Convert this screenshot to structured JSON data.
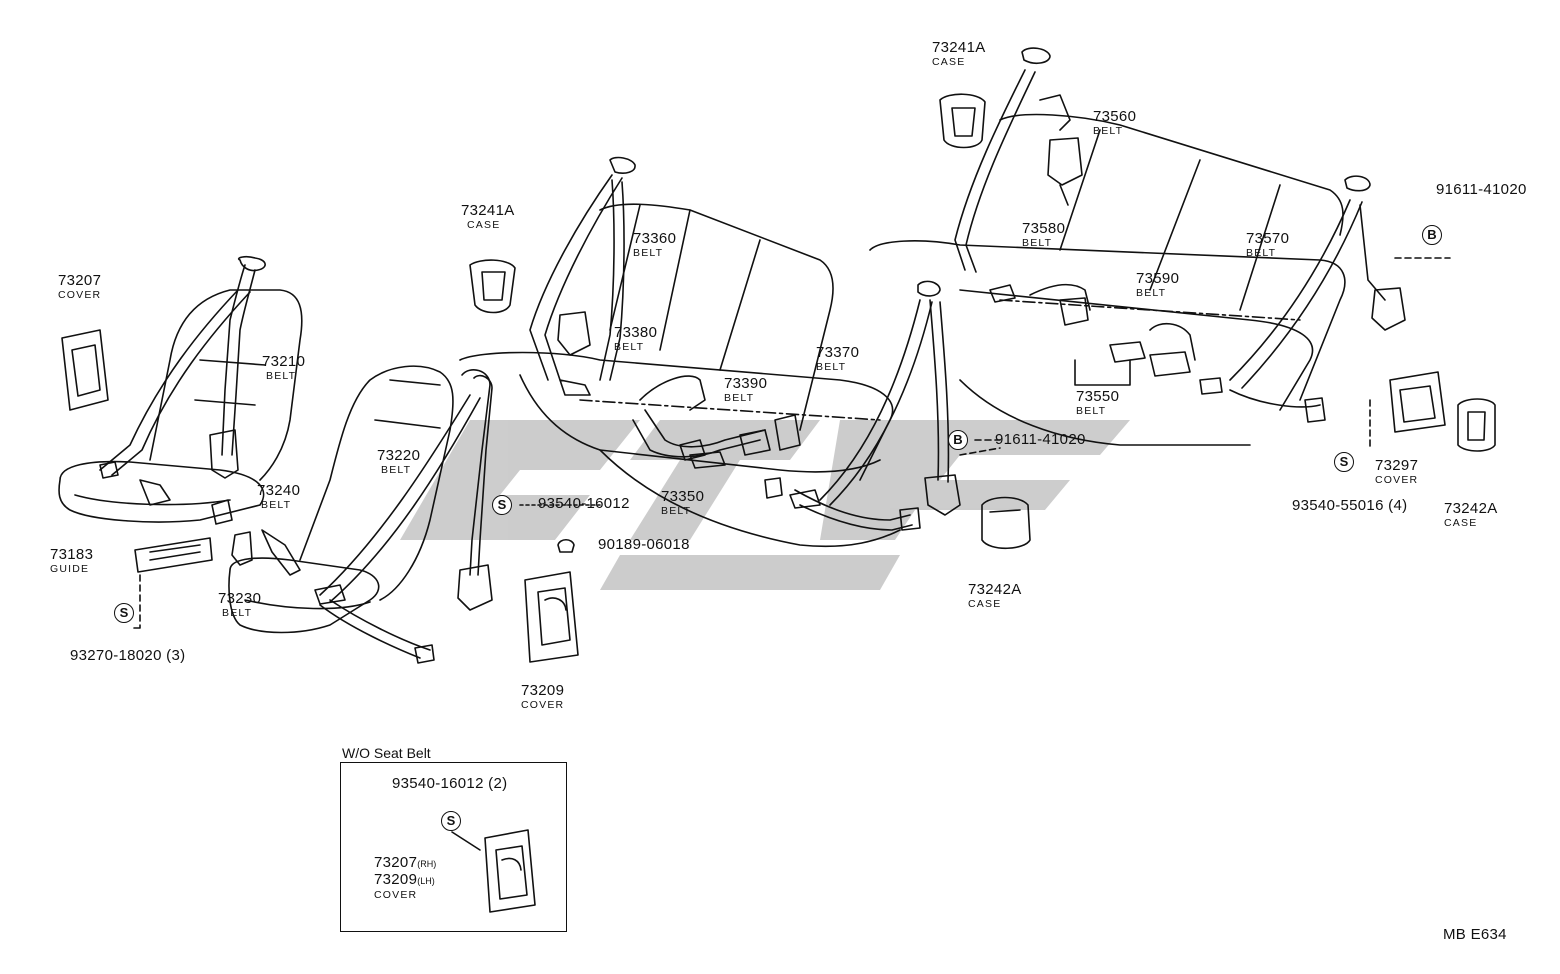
{
  "parts": [
    {
      "id": "p73207",
      "pn": "73207",
      "name": "COVER"
    },
    {
      "id": "p73210",
      "pn": "73210",
      "name": "BELT"
    },
    {
      "id": "p73183",
      "pn": "73183",
      "name": "GUIDE"
    },
    {
      "id": "p93270",
      "pn": "93270-18020 (3)",
      "name": ""
    },
    {
      "id": "p73240",
      "pn": "73240",
      "name": "BELT"
    },
    {
      "id": "p73230",
      "pn": "73230",
      "name": "BELT"
    },
    {
      "id": "p73220",
      "pn": "73220",
      "name": "BELT"
    },
    {
      "id": "p73241a_l",
      "pn": "73241A",
      "name": "CASE"
    },
    {
      "id": "p73360",
      "pn": "73360",
      "name": "BELT"
    },
    {
      "id": "p73380",
      "pn": "73380",
      "name": "BELT"
    },
    {
      "id": "p73390",
      "pn": "73390",
      "name": "BELT"
    },
    {
      "id": "p73350",
      "pn": "73350",
      "name": "BELT"
    },
    {
      "id": "p93540_16012",
      "pn": "93540-16012",
      "name": ""
    },
    {
      "id": "p90189",
      "pn": "90189-06018",
      "name": ""
    },
    {
      "id": "p73209",
      "pn": "73209",
      "name": "COVER"
    },
    {
      "id": "p73370",
      "pn": "73370",
      "name": "BELT"
    },
    {
      "id": "p91611_mid",
      "pn": "91611-41020",
      "name": ""
    },
    {
      "id": "p73242a_mid",
      "pn": "73242A",
      "name": "CASE"
    },
    {
      "id": "p73241a_r",
      "pn": "73241A",
      "name": "CASE"
    },
    {
      "id": "p73560",
      "pn": "73560",
      "name": "BELT"
    },
    {
      "id": "p73580",
      "pn": "73580",
      "name": "BELT"
    },
    {
      "id": "p73590",
      "pn": "73590",
      "name": "BELT"
    },
    {
      "id": "p73550",
      "pn": "73550",
      "name": "BELT"
    },
    {
      "id": "p73570",
      "pn": "73570",
      "name": "BELT"
    },
    {
      "id": "p91611_r",
      "pn": "91611-41020",
      "name": ""
    },
    {
      "id": "p73297",
      "pn": "73297",
      "name": "COVER"
    },
    {
      "id": "p93540_55016",
      "pn": "93540-55016 (4)",
      "name": ""
    },
    {
      "id": "p73242a_r",
      "pn": "73242A",
      "name": "CASE"
    }
  ],
  "callouts": {
    "s": "S",
    "b": "B"
  },
  "inset": {
    "title": "W/O Seat Belt",
    "screw": "93540-16012 (2)",
    "rh_pn": "73207",
    "rh_tag": "(RH)",
    "lh_pn": "73209",
    "lh_tag": "(LH)",
    "name": "COVER"
  },
  "diagram_code": "MB E634",
  "colors": {
    "ink": "#111111",
    "watermark": "#c4c4c4",
    "background": "#ffffff"
  }
}
